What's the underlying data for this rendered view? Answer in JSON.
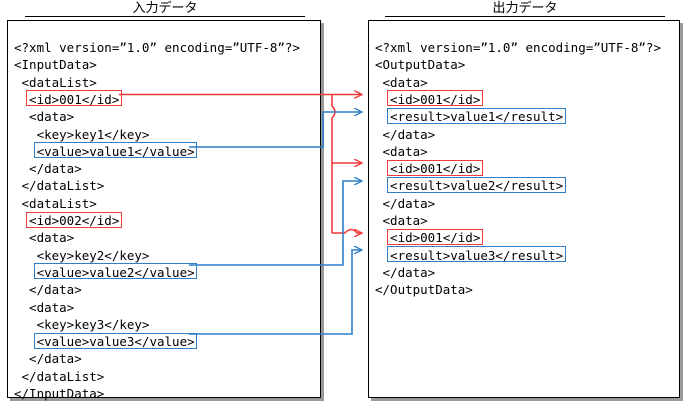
{
  "titles": {
    "input": "入力データ",
    "output": "出力データ"
  },
  "colors": {
    "highlight_red": "#ef3b3b",
    "highlight_blue": "#2f7fc8",
    "panel_border": "#000000",
    "panel_shadow": "#9a9a9a",
    "text": "#000000",
    "background": "#ffffff"
  },
  "input_panel": {
    "lines": [
      "<?xml version=”1.0” encoding=”UTF-8”?>",
      "<InputData>",
      " <dataList>",
      "  <id>001</id>",
      "  <data>",
      "   <key>key1</key>",
      "   <value>value1</value>",
      "  </data>",
      " </dataList>",
      " <dataList>",
      "  <id>002</id>",
      "  <data>",
      "   <key>key2</key>",
      "   <value>value2</value>",
      "  </data>",
      "  <data>",
      "   <key>key3</key>",
      "   <value>value3</value>",
      "  </data>",
      " </dataList>",
      "</InputData>"
    ],
    "highlights": [
      {
        "name": "input-id-001",
        "text": "<id>001</id>",
        "color": "red",
        "line": 3
      },
      {
        "name": "input-value1",
        "text": "<value>value1</value>",
        "color": "blue",
        "line": 6
      },
      {
        "name": "input-id-002",
        "text": "<id>002</id>",
        "color": "red",
        "line": 10
      },
      {
        "name": "input-value2",
        "text": "<value>value2</value>",
        "color": "blue",
        "line": 13
      },
      {
        "name": "input-value3",
        "text": "<value>value3</value>",
        "color": "blue",
        "line": 17
      }
    ]
  },
  "output_panel": {
    "lines": [
      "<?xml version=”1.0” encoding=”UTF-8”?>",
      "<OutputData>",
      " <data>",
      "  <id>001</id>",
      "  <result>value1</result>",
      " </data>",
      " <data>",
      "  <id>001</id>",
      "  <result>value2</result>",
      " </data>",
      " <data>",
      "  <id>001</id>",
      "  <result>value3</result>",
      " </data>",
      "</OutputData>"
    ],
    "highlights": [
      {
        "name": "output-id-001-a",
        "text": "<id>001</id>",
        "color": "red",
        "line": 3
      },
      {
        "name": "output-result-value1",
        "text": "<result>value1</result>",
        "color": "blue",
        "line": 4
      },
      {
        "name": "output-id-001-b",
        "text": "<id>001</id>",
        "color": "red",
        "line": 7
      },
      {
        "name": "output-result-value2",
        "text": "<result>value2</result>",
        "color": "blue",
        "line": 8
      },
      {
        "name": "output-id-001-c",
        "text": "<id>001</id>",
        "color": "red",
        "line": 11
      },
      {
        "name": "output-result-value3",
        "text": "<result>value3</result>",
        "color": "blue",
        "line": 12
      }
    ]
  },
  "connectors": [
    {
      "name": "wire-id001-to-output-id-a",
      "color": "red",
      "from": "input-id-001",
      "to": "output-id-001-a"
    },
    {
      "name": "wire-id001-to-output-id-b",
      "color": "red",
      "from": "input-id-001",
      "to": "output-id-001-b"
    },
    {
      "name": "wire-id001-to-output-id-c",
      "color": "red",
      "from": "input-id-001",
      "to": "output-id-001-c"
    },
    {
      "name": "wire-value1-to-result1",
      "color": "blue",
      "from": "input-value1",
      "to": "output-result-value1"
    },
    {
      "name": "wire-value2-to-result2",
      "color": "blue",
      "from": "input-value2",
      "to": "output-result-value2"
    },
    {
      "name": "wire-value3-to-result3",
      "color": "blue",
      "from": "input-value3",
      "to": "output-result-value3"
    }
  ]
}
